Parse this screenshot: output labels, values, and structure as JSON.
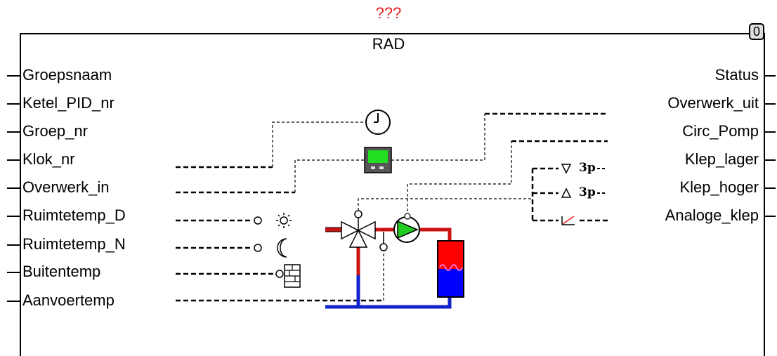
{
  "header": {
    "unknown_label": "???",
    "block_title": "RAD",
    "badge": "0"
  },
  "inputs": [
    {
      "id": "groepsnaam",
      "label": "Groepsnaam"
    },
    {
      "id": "ketel-pid-nr",
      "label": "Ketel_PID_nr"
    },
    {
      "id": "groep-nr",
      "label": "Groep_nr"
    },
    {
      "id": "klok-nr",
      "label": "Klok_nr"
    },
    {
      "id": "overwerk-in",
      "label": "Overwerk_in"
    },
    {
      "id": "ruimtetemp-d",
      "label": "Ruimtetemp_D"
    },
    {
      "id": "ruimtetemp-n",
      "label": "Ruimtetemp_N"
    },
    {
      "id": "buitentemp",
      "label": "Buitentemp"
    },
    {
      "id": "aanvoertemp",
      "label": "Aanvoertemp"
    }
  ],
  "outputs": [
    {
      "id": "status",
      "label": "Status"
    },
    {
      "id": "overwerk-uit",
      "label": "Overwerk_uit"
    },
    {
      "id": "circ-pomp",
      "label": "Circ_Pomp"
    },
    {
      "id": "klep-lager",
      "label": "Klep_lager"
    },
    {
      "id": "klep-hoger",
      "label": "Klep_hoger"
    },
    {
      "id": "analoge-klep",
      "label": "Analoge_klep"
    }
  ],
  "valve_outputs": {
    "down_label": "3p",
    "up_label": "3p"
  },
  "colors": {
    "title_red": "#e31b1b",
    "pipe_red": "#cc1111",
    "pipe_blue": "#1122cc",
    "pump_green": "#22cc22",
    "tank_red": "#ff0000",
    "tank_blue": "#0000ff"
  }
}
